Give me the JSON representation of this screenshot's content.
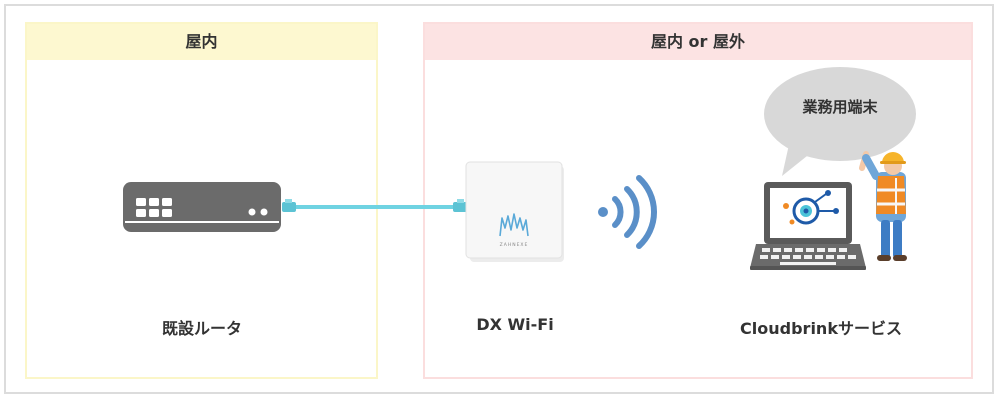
{
  "zones": {
    "indoor": {
      "title": "屋内",
      "bg": "#fdf8d0"
    },
    "indoor_or_outdoor": {
      "title": "屋内 or 屋外",
      "bg": "#fce3e3"
    }
  },
  "devices": {
    "router": {
      "label": "既設ルータ",
      "icon": "router-icon"
    },
    "wifi": {
      "label": "DX Wi-Fi",
      "icon": "access-point-icon",
      "brand": "ZAHNEXE"
    },
    "service": {
      "label": "Cloudbrinkサービス",
      "icon": "laptop-icon"
    }
  },
  "bubble": {
    "text": "業務用端末"
  },
  "colors": {
    "cable": "#6fd3e2",
    "wave": "#5a8fc8",
    "router": "#6b6b6b",
    "vest": "#f08a24",
    "helmet": "#f6b42a"
  }
}
